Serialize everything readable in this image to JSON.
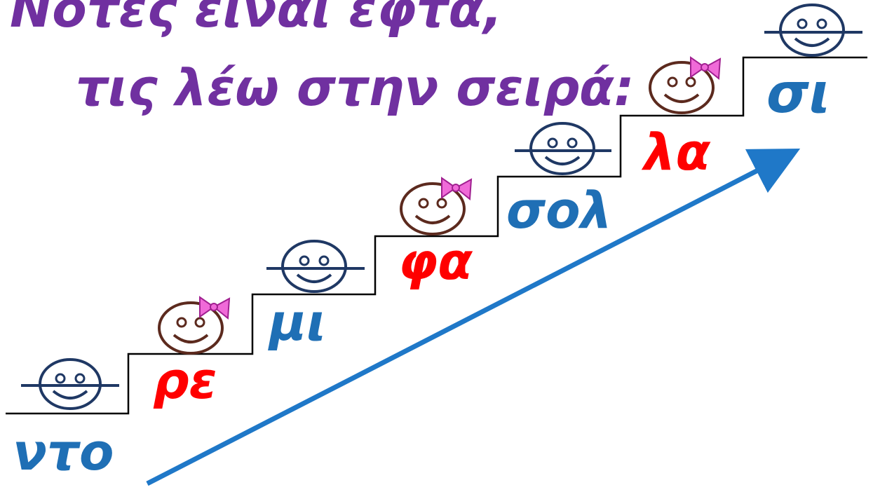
{
  "title": {
    "line1": "Νότες είναι εφτά,",
    "line2": "τις λέω στην σειρά:"
  },
  "notes": [
    {
      "label": "ντο",
      "face": "boy"
    },
    {
      "label": "ρε",
      "face": "girl"
    },
    {
      "label": "μι",
      "face": "boy"
    },
    {
      "label": "φα",
      "face": "girl"
    },
    {
      "label": "σολ",
      "face": "boy"
    },
    {
      "label": "λα",
      "face": "girl"
    },
    {
      "label": "σι",
      "face": "boy"
    }
  ],
  "colors": {
    "title": "#7030a0",
    "boy_label": "#1f6fb5",
    "girl_label": "#ff0000",
    "boy_face": "#1f3864",
    "girl_face": "#5c2a1e",
    "bow": "#f06ad8",
    "arrow": "#1f78c8",
    "stairs": "#000000"
  },
  "icons": {
    "boy": "smiley-face-icon",
    "girl": "girl-face-with-bow-icon",
    "arrow": "upward-arrow-icon"
  }
}
